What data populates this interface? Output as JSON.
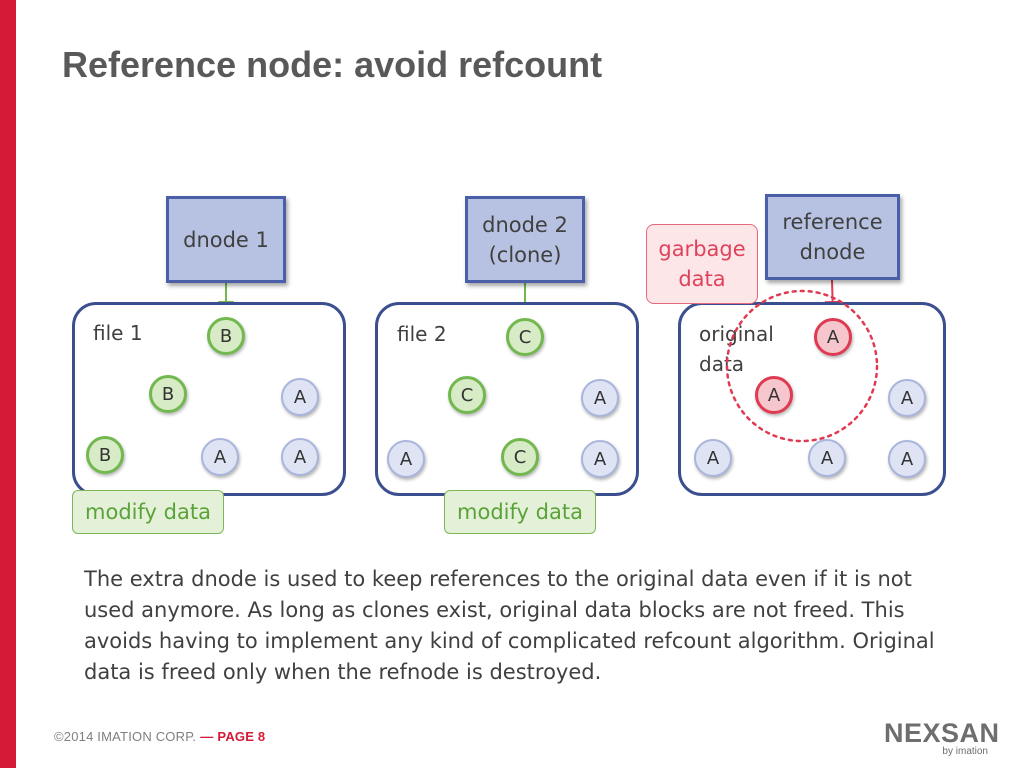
{
  "slide": {
    "title": "Reference node: avoid refcount",
    "description": "The extra dnode is used to keep references to the original data even if it is not used anymore. As long as clones exist, original data blocks are not freed. This avoids having to implement any kind of complicated refcount algorithm. Original data is freed only when the refnode is destroyed."
  },
  "diagram": {
    "dnodes": {
      "dnode1": "dnode 1",
      "dnode2": "dnode 2\n(clone)",
      "reference": "reference\ndnode"
    },
    "file1": {
      "label": "file 1",
      "root": "B",
      "left": "B",
      "right": "A",
      "left_left": "B",
      "left_right": "A",
      "right_child": "A",
      "note": "modify data"
    },
    "file2": {
      "label": "file 2",
      "root": "C",
      "left": "C",
      "right": "A",
      "left_left": "A",
      "left_right": "C",
      "right_child": "A",
      "note": "modify data"
    },
    "file3": {
      "label": "original\ndata",
      "root": "A",
      "left": "A",
      "right": "A",
      "left_left": "A",
      "left_right": "A",
      "right_child": "A"
    },
    "garbage": "garbage\ndata",
    "colors": {
      "modified": "#72b84f",
      "garbage": "#e03a52",
      "unchanged": "#a9b5dc",
      "dnode": "#b7c2e2"
    }
  },
  "footer": {
    "copyright": "©2014 IMATION CORP.",
    "dash": "—",
    "page": "PAGE 8",
    "logo": "NEXSAN",
    "logo_sub": "by imation"
  }
}
